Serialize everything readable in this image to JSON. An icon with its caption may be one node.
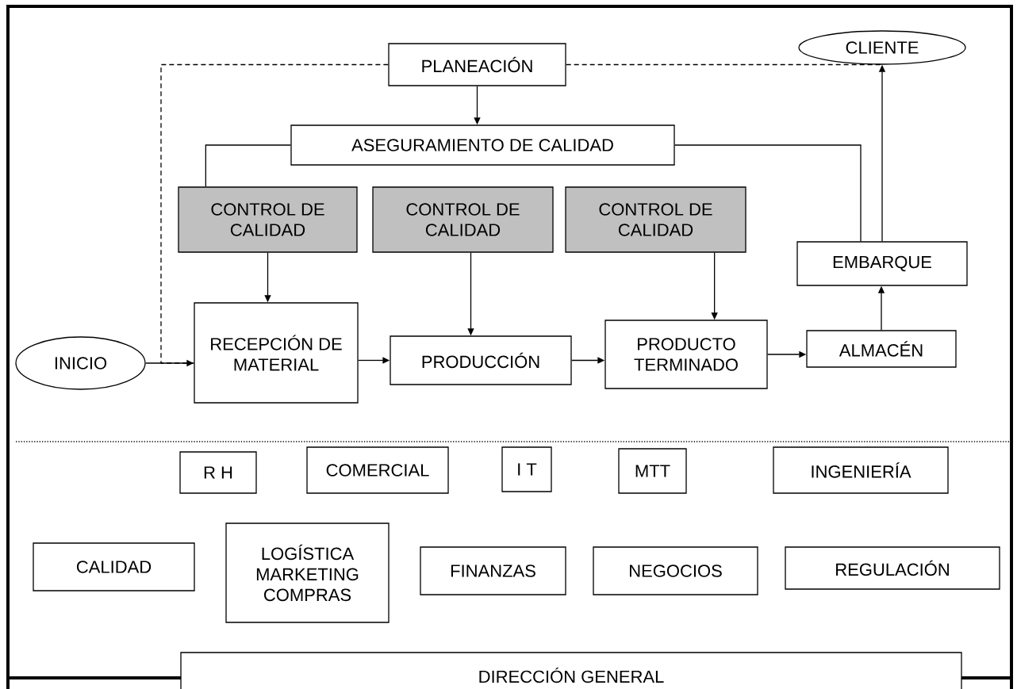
{
  "diagram": {
    "nodes": [
      {
        "text": [
          "CLIENTE"
        ]
      },
      {
        "text": [
          "PLANEACIÓN"
        ]
      },
      {
        "text": [
          "ASEGURAMIENTO DE CALIDAD"
        ]
      },
      {
        "text": [
          "CONTROL DE CALIDAD"
        ]
      },
      {
        "text": [
          "CONTROL DE CALIDAD"
        ]
      },
      {
        "text": [
          "CONTROL DE CALIDAD"
        ]
      },
      {
        "text": [
          "EMBARQUE"
        ]
      },
      {
        "text": [
          "INICIO"
        ]
      },
      {
        "text": [
          "RECEPCIÓN DE MATERIAL"
        ]
      },
      {
        "text": [
          "PRODUCCIÓN"
        ]
      },
      {
        "text": [
          "PRODUCTO TERMINADO"
        ]
      },
      {
        "text": [
          "ALMACÉN"
        ]
      },
      {
        "text": [
          "R H"
        ]
      },
      {
        "text": [
          "COMERCIAL"
        ]
      },
      {
        "text": [
          "I T"
        ]
      },
      {
        "text": [
          "MTT"
        ]
      },
      {
        "text": [
          "INGENIERÍA"
        ]
      },
      {
        "text": [
          "CALIDAD"
        ]
      },
      {
        "text": [
          "LOGÍSTICA MARKETING COMPRAS"
        ]
      },
      {
        "text": [
          "FINANZAS"
        ]
      },
      {
        "text": [
          "NEGOCIOS"
        ]
      },
      {
        "text": [
          "REGULACIÓN"
        ]
      },
      {
        "text": [
          "DIRECCIÓN GENERAL"
        ]
      }
    ],
    "edges": [
      {
        "from": 1,
        "to": 2,
        "arrow": "to"
      },
      {
        "from": 1,
        "to": 8,
        "arrow": "none",
        "style": "dashed"
      },
      {
        "from": 1,
        "to": 0,
        "arrow": "none",
        "style": "dashed"
      },
      {
        "from": 2,
        "to": 3,
        "arrow": "none"
      },
      {
        "from": 2,
        "to": 6,
        "arrow": "none"
      },
      {
        "from": 3,
        "to": 8,
        "arrow": "to"
      },
      {
        "from": 4,
        "to": 9,
        "arrow": "to"
      },
      {
        "from": 5,
        "to": 10,
        "arrow": "to"
      },
      {
        "from": 7,
        "to": 8,
        "arrow": "to"
      },
      {
        "from": 8,
        "to": 9,
        "arrow": "to"
      },
      {
        "from": 9,
        "to": 10,
        "arrow": "to"
      },
      {
        "from": 10,
        "to": 11,
        "arrow": "to"
      },
      {
        "from": 11,
        "to": 6,
        "arrow": "to"
      },
      {
        "from": 6,
        "to": 0,
        "arrow": "to"
      }
    ]
  }
}
